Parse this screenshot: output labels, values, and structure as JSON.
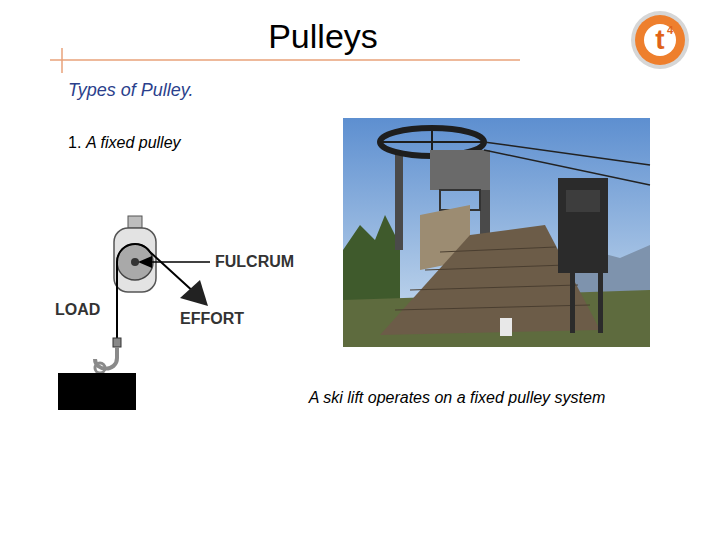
{
  "diagram": {
    "title": "Pulleys",
    "caption": "A ski lift operates on a fixed pulley system",
    "labels": [
      "Types of Pulley.",
      "1.",
      "A fixed pulley",
      "FULCRUM",
      "LOAD",
      "EFFORT",
      "t",
      "4"
    ]
  }
}
